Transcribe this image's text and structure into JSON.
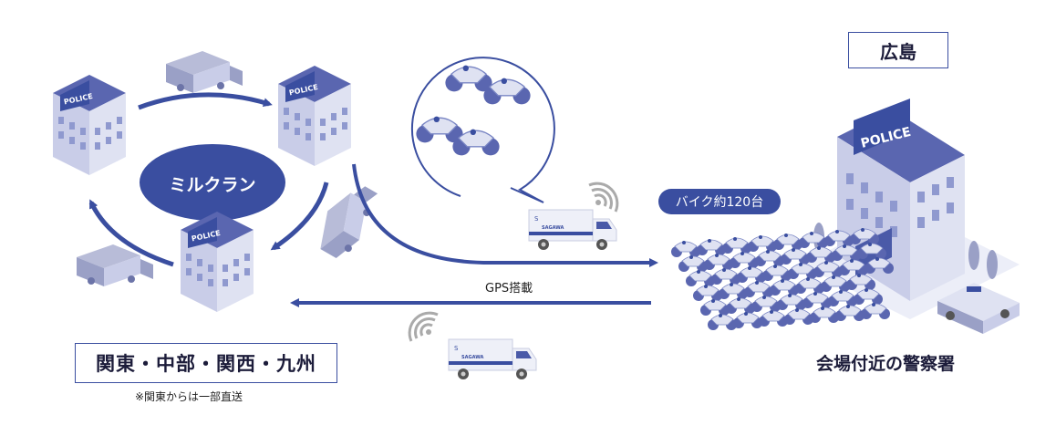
{
  "region_left": "関東・中部・関西・九州",
  "note_left": "※関東からは一部直送",
  "hub_label": "ミルクラン",
  "region_right": "広島",
  "destination_caption": "会場付近の警察署",
  "gps_label": "GPS搭載",
  "bike_count_label": "バイク約120台",
  "police_sign": "POLICE",
  "truck_brand": "SAGAWA",
  "colors": {
    "accent": "#3a4ea0",
    "light": "#c9cde8",
    "mid": "#7a86c4"
  }
}
